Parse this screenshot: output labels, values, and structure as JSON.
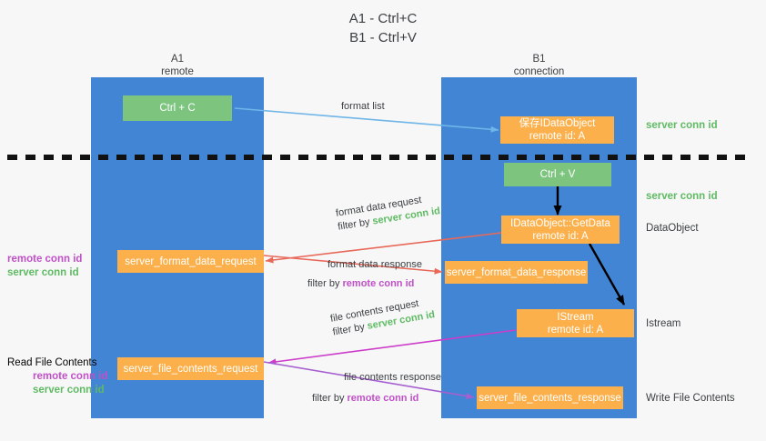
{
  "title": "A1 - Ctrl+C\nB1 - Ctrl+V",
  "columns": [
    {
      "name": "A1",
      "sub": "remote"
    },
    {
      "name": "B1",
      "sub": "connection"
    }
  ],
  "nodes": {
    "ctrl_c": {
      "label": "Ctrl + C"
    },
    "save_dataobject": {
      "line1": "保存IDataObject",
      "line2": "remote id: A"
    },
    "ctrl_v": {
      "label": "Ctrl + V"
    },
    "getdata": {
      "line1": "IDataObject::GetData",
      "line2": "remote id: A"
    },
    "format_data_request": {
      "label": "server_format_data_request"
    },
    "format_data_response": {
      "label": "server_format_data_response"
    },
    "istream": {
      "line1": "IStream",
      "line2": "remote id: A"
    },
    "file_contents_request": {
      "label": "server_file_contents_request"
    },
    "file_contents_response": {
      "label": "server_file_contents_response"
    }
  },
  "edges": {
    "format_list": {
      "label": "format list"
    },
    "format_data_request": {
      "line1": "format data request",
      "filter_prefix": "filter by ",
      "filter_value": "server conn id"
    },
    "format_data_response": {
      "line1": "format data response",
      "filter_prefix": "filter by ",
      "filter_value": "remote conn id"
    },
    "file_contents_request": {
      "line1": "file contents request",
      "filter_prefix": "filter by ",
      "filter_value": "server conn id"
    },
    "file_contents_response": {
      "line1": "file contents response",
      "filter_prefix": "filter by ",
      "filter_value": "remote conn id"
    }
  },
  "right_labels": {
    "server_conn_id_top": "server conn id",
    "server_conn_id_mid": "server conn id",
    "dataobject": "DataObject",
    "istream": "Istream",
    "write_file_contents": "Write File Contents"
  },
  "left_labels": {
    "remote_conn_id_upper": "remote conn id",
    "server_conn_id_upper": "server conn id",
    "read_file_contents": "Read File Contents",
    "remote_conn_id_lower": "remote conn id",
    "server_conn_id_lower": "server conn id"
  },
  "colors": {
    "lane": "#4285d4",
    "green_node": "#7dc57f",
    "orange_node": "#fbb04c",
    "green_text": "#5fba63",
    "magenta_text": "#c050c8",
    "arrow_light_blue": "#6fb5e8",
    "arrow_red": "#e8695a",
    "arrow_magenta": "#cc3dc9",
    "arrow_purple": "#a65fd0",
    "arrow_black": "#000000",
    "background": "#f7f7f7"
  }
}
